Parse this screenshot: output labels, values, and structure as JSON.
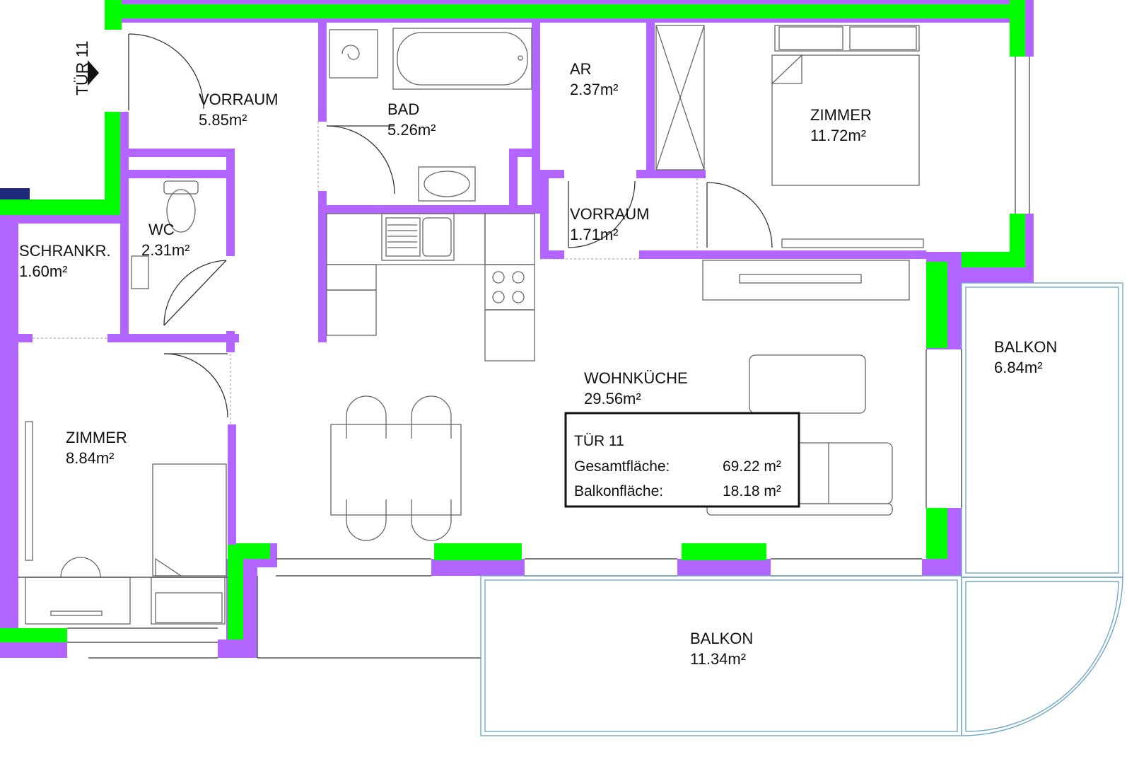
{
  "rooms": [
    {
      "name": "VORRAUM",
      "area": "5.85m²"
    },
    {
      "name": "BAD",
      "area": "5.26m²"
    },
    {
      "name": "AR",
      "area": "2.37m²"
    },
    {
      "name": "ZIMMER",
      "area": "11.72m²"
    },
    {
      "name": "VORRAUM",
      "area": "1.71m²"
    },
    {
      "name": "SCHRANKR.",
      "area": "1.60m²"
    },
    {
      "name": "WC",
      "area": "2.31m²"
    },
    {
      "name": "WOHNKÜCHE",
      "area": "29.56m²"
    },
    {
      "name": "BALKON",
      "area": "6.84m²"
    },
    {
      "name": "ZIMMER",
      "area": "8.84m²"
    },
    {
      "name": "BALKON",
      "area": "11.34m²"
    }
  ],
  "entrance": {
    "label": "TÜR 11"
  },
  "summary": {
    "title": "TÜR 11",
    "rows": [
      {
        "label": "Gesamtfläche:",
        "value": "69.22 m²"
      },
      {
        "label": "Balkonfläche:",
        "value": "18.18 m²"
      }
    ]
  },
  "colors": {
    "exterior_wall": "#00ff00",
    "interior_wall": "#b266ff",
    "balcony_outline": "#6fa8c8"
  }
}
